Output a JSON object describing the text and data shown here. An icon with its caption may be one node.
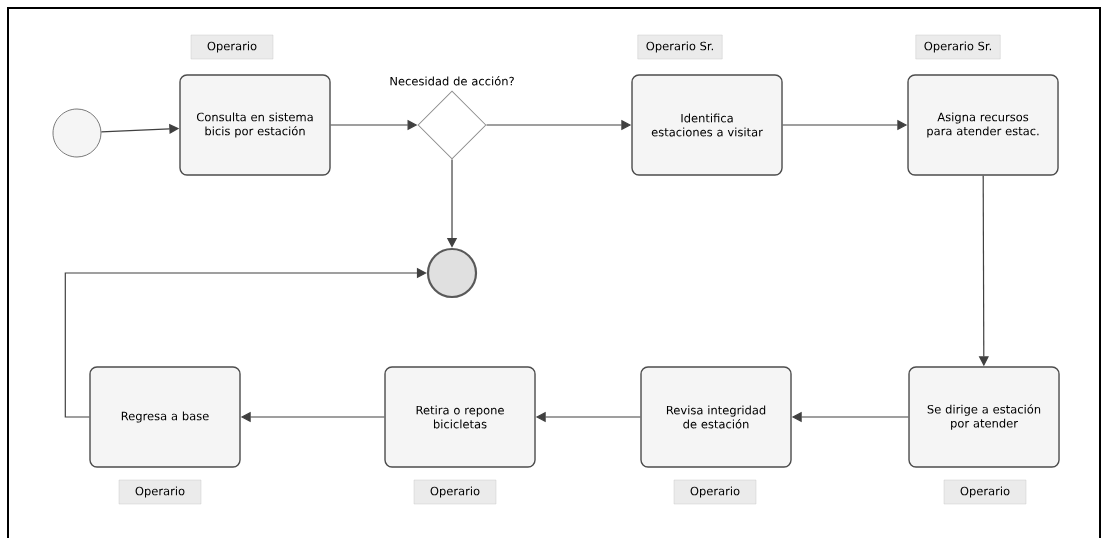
{
  "diagram": {
    "nodes": [
      {
        "text": [],
        "shape": "circle"
      },
      {
        "text": [
          "Operario"
        ]
      },
      {
        "text": [
          "Consulta en sistema bicis por estación"
        ]
      },
      {
        "text": [
          "Necesidad de acción?"
        ]
      },
      {
        "text": [
          "Operario Sr."
        ]
      },
      {
        "text": [
          "Identifica estaciones a visitar"
        ]
      },
      {
        "text": [
          "Operario Sr."
        ]
      },
      {
        "text": [
          "Asigna recursos para atender estac."
        ]
      },
      {
        "text": [],
        "shape": "circle"
      },
      {
        "text": [
          "Regresa a base"
        ]
      },
      {
        "text": [
          "Operario"
        ]
      },
      {
        "text": [
          "Retira o repone bicicletas"
        ]
      },
      {
        "text": [
          "Operario"
        ]
      },
      {
        "text": [
          "Revisa integridad de estación"
        ]
      },
      {
        "text": [
          "Operario"
        ]
      },
      {
        "text": [
          "Se dirige a estación por atender"
        ]
      },
      {
        "text": [
          "Operario"
        ]
      }
    ],
    "edges": [
      {
        "from": 0,
        "to": 2,
        "arrow": "to"
      },
      {
        "from": 2,
        "to": 3,
        "arrow": "to"
      },
      {
        "from": 3,
        "to": 5,
        "arrow": "to"
      },
      {
        "from": 3,
        "to": 8,
        "arrow": "to"
      },
      {
        "from": 5,
        "to": 7,
        "arrow": "to"
      },
      {
        "from": 7,
        "to": 15,
        "arrow": "to"
      },
      {
        "from": 15,
        "to": 13,
        "arrow": "to"
      },
      {
        "from": 13,
        "to": 11,
        "arrow": "to"
      },
      {
        "from": 11,
        "to": 9,
        "arrow": "to"
      },
      {
        "from": 9,
        "to": 8,
        "arrow": "to"
      }
    ]
  }
}
